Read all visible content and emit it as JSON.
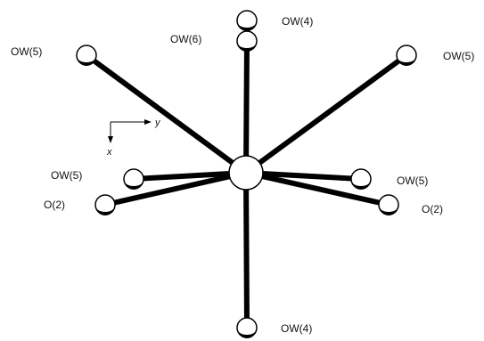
{
  "colors": {
    "bond": "#000000",
    "atom_fill": "#ffffff",
    "atom_stroke": "#000000",
    "shade": "#000000",
    "text": "#111111"
  },
  "axes": {
    "x_label": "x",
    "y_label": "y"
  },
  "center_atom": {
    "label": ""
  },
  "atoms": [
    {
      "id": "ow5-upper-left",
      "label": "OW(5)"
    },
    {
      "id": "ow6-top",
      "label": "OW(6)"
    },
    {
      "id": "ow4-top",
      "label": "OW(4)"
    },
    {
      "id": "ow5-upper-right",
      "label": "OW(5)"
    },
    {
      "id": "ow5-mid-left",
      "label": "OW(5)"
    },
    {
      "id": "o2-left",
      "label": "O(2)"
    },
    {
      "id": "ow5-mid-right",
      "label": "OW(5)"
    },
    {
      "id": "o2-right",
      "label": "O(2)"
    },
    {
      "id": "ow4-bottom",
      "label": "OW(4)"
    }
  ]
}
